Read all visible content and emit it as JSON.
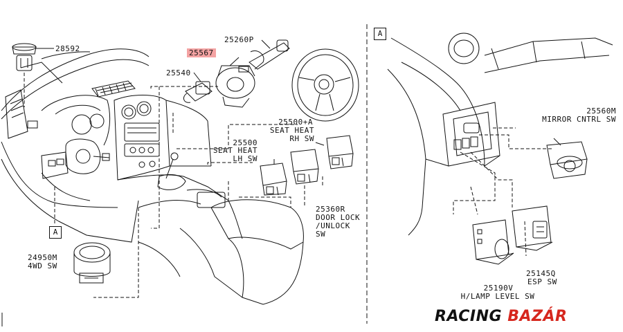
{
  "panel_labels": {
    "left_ref": "A",
    "right_panel": "A"
  },
  "parts": {
    "p28592": "28592",
    "p25260P": "25260P",
    "p25567": "25567",
    "p25540": "25540",
    "p25500A": "25500+A",
    "seat_heat_rh": [
      "SEAT HEAT",
      "RH SW"
    ],
    "p25500": "25500",
    "seat_heat_lh": [
      "SEAT HEAT",
      "LH SW"
    ],
    "p25360R": "25360R",
    "door_lock": [
      "DOOR LOCK",
      "/UNLOCK",
      "SW"
    ],
    "p24950M": "24950M",
    "fwd_sw": "4WD SW",
    "p25560M": "25560M",
    "mirror_sw": "MIRROR CNTRL SW",
    "p25145Q": "25145Q",
    "esp_sw": "ESP SW",
    "p25190V": "25190V",
    "hlamp_sw": "H/LAMP LEVEL SW"
  },
  "highlight_color": "#f4a3a3",
  "watermark": {
    "word1": "RACING",
    "word2": "BAZÁR",
    "color1": "#111111",
    "color2": "#d6271e"
  }
}
